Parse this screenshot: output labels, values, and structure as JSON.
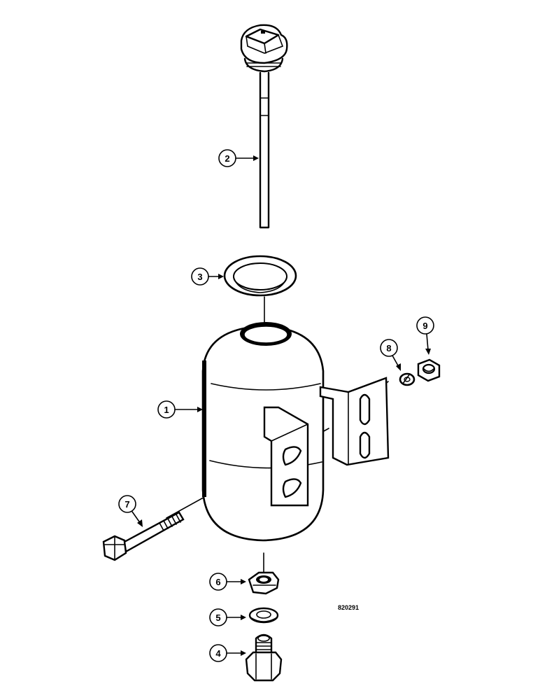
{
  "diagram": {
    "drawing_number": "820291",
    "callouts": [
      {
        "id": "callout-1",
        "label": "1"
      },
      {
        "id": "callout-2",
        "label": "2"
      },
      {
        "id": "callout-3",
        "label": "3"
      },
      {
        "id": "callout-4",
        "label": "4"
      },
      {
        "id": "callout-5",
        "label": "5"
      },
      {
        "id": "callout-6",
        "label": "6"
      },
      {
        "id": "callout-7",
        "label": "7"
      },
      {
        "id": "callout-8",
        "label": "8"
      },
      {
        "id": "callout-9",
        "label": "9"
      }
    ]
  }
}
